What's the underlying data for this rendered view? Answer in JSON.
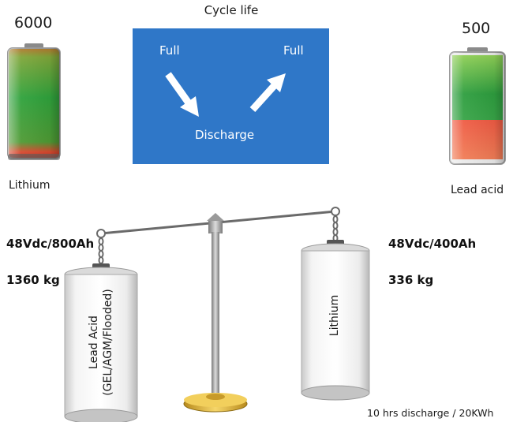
{
  "cycle_life": {
    "title": "Cycle life",
    "lithium_cycles": "6000",
    "lead_acid_cycles": "500",
    "lithium_label": "Lithium",
    "lead_acid_label": "Lead acid",
    "diagram": {
      "full_left": "Full",
      "full_right": "Full",
      "discharge": "Discharge"
    }
  },
  "scale": {
    "left": {
      "spec": "48Vdc/800Ah",
      "weight": "1360 kg",
      "battery_line1": "Lead Acid",
      "battery_line2": "(GEL/AGM/Flooded)"
    },
    "right": {
      "spec": "48Vdc/400Ah",
      "weight": "336 kg",
      "battery_label": "Lithium"
    },
    "footer": "10 hrs discharge / 20KWh"
  },
  "colors": {
    "box_blue": "#2f77c8",
    "charge_green": "#2a9d3a",
    "charge_red": "#e8483a"
  }
}
